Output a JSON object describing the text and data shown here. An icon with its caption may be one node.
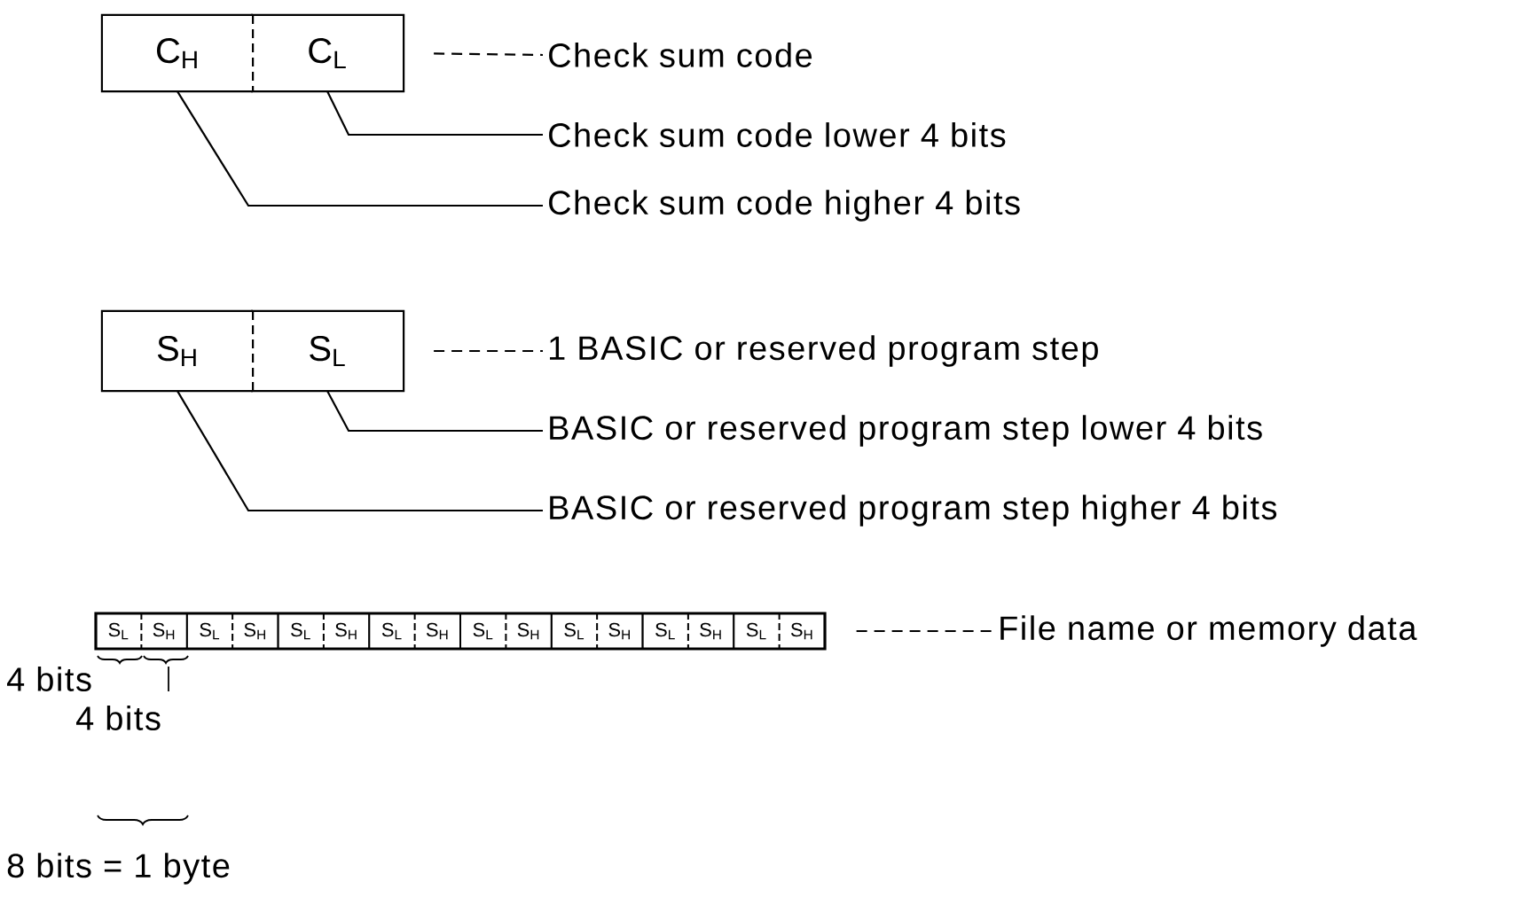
{
  "diagram": {
    "nodes": [
      {
        "text": [
          "C$_{H}$"
        ]
      },
      {
        "text": [
          "C$_{L}$"
        ]
      },
      {
        "text": [
          "Check sum code"
        ]
      },
      {
        "text": [
          "Check sum code lower 4 bits"
        ]
      },
      {
        "text": [
          "Check sum code higher 4 bits"
        ]
      },
      {
        "text": [
          "S$_{H}$"
        ]
      },
      {
        "text": [
          "S$_{L}$"
        ]
      },
      {
        "text": [
          "1 BASIC or reserved program step"
        ]
      },
      {
        "text": [
          "BASIC or reserved program step lower 4 bits"
        ]
      },
      {
        "text": [
          "BASIC or reserved program step higher 4 bits"
        ]
      },
      {
        "text": [],
        "shape": "box"
      },
      {
        "text": [
          "S$_{L}$",
          "S$_{H}$"
        ],
        "in": 10
      },
      {
        "text": [
          "S$_{L}$",
          "S$_{H}$"
        ],
        "in": 10
      },
      {
        "text": [
          "S$_{L}$",
          "S$_{H}$"
        ],
        "in": 10
      },
      {
        "text": [
          "S$_{L}$",
          "S$_{H}$"
        ],
        "in": 10
      },
      {
        "text": [
          "S$_{L}$",
          "S$_{H}$"
        ],
        "in": 10
      },
      {
        "text": [
          "S$_{L}$",
          "S$_{H}$"
        ],
        "in": 10
      },
      {
        "text": [
          "S$_{L}$",
          "S$_{H}$"
        ],
        "in": 10
      },
      {
        "text": [
          "S$_{L}$",
          "S$_{H}$"
        ],
        "in": 10
      },
      {
        "text": [
          "File name or memory data"
        ]
      }
    ],
    "edges": [
      {
        "from": 1,
        "to": 2,
        "arrow": "none",
        "style": "dashed"
      },
      {
        "from": 1,
        "to": 3,
        "arrow": "none"
      },
      {
        "from": 0,
        "to": 4,
        "arrow": "none"
      },
      {
        "from": 6,
        "to": 7,
        "arrow": "none",
        "style": "dashed"
      },
      {
        "from": 6,
        "to": 8,
        "arrow": "none"
      },
      {
        "from": 5,
        "to": 9,
        "arrow": "none"
      },
      {
        "from": 10,
        "to": 19,
        "arrow": "none",
        "style": "dashed"
      }
    ],
    "labels": [
      "4 bits",
      "4 bits",
      "8 bits = 1 byte"
    ]
  }
}
